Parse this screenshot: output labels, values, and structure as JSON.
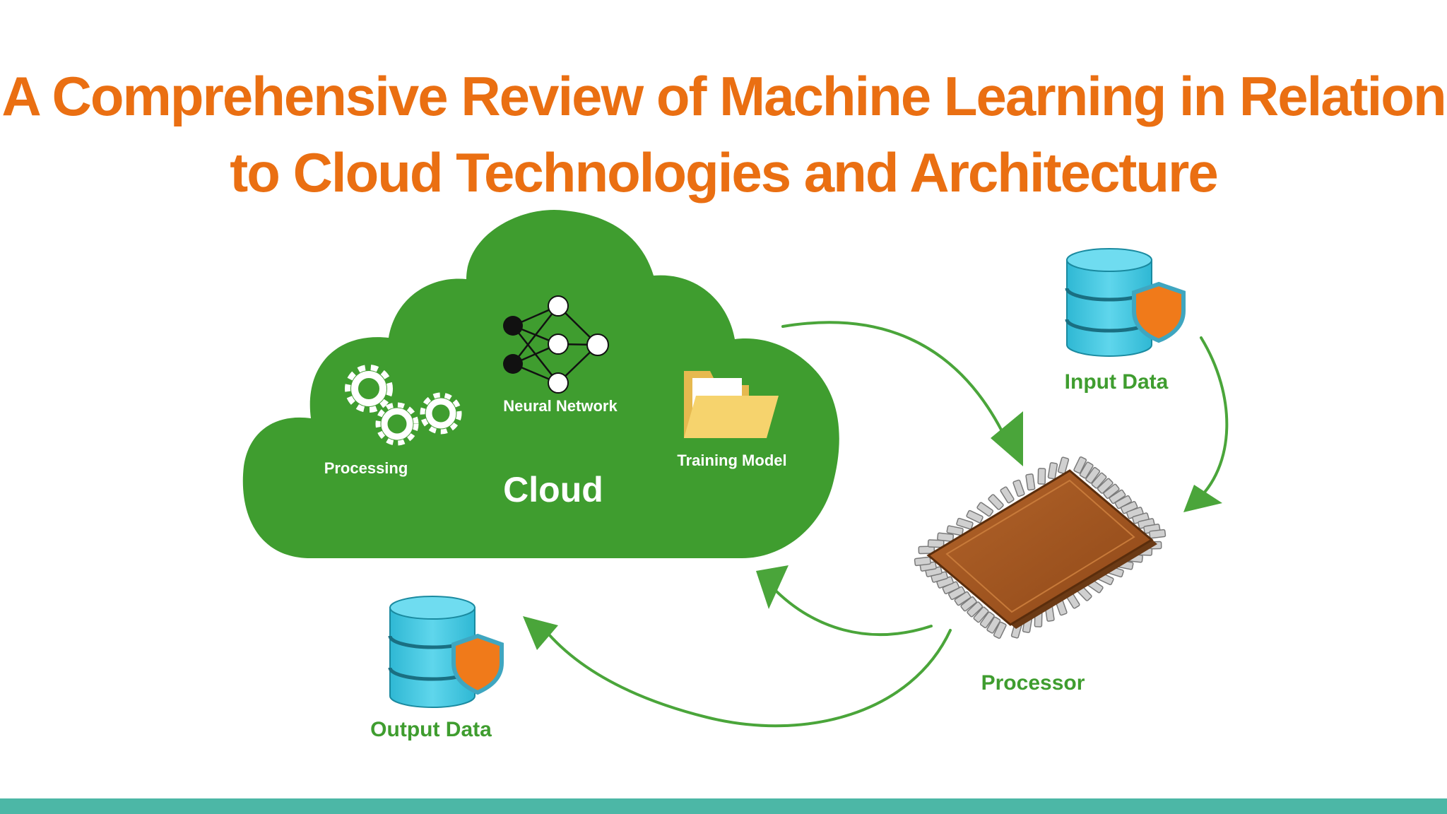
{
  "slide": {
    "title_line1": "A Comprehensive Review of Machine Learning in Relation",
    "title_line2": "to Cloud Technologies and Architecture"
  },
  "diagram": {
    "cloud_label": "Cloud",
    "processing_label": "Processing",
    "neural_network_label": "Neural Network",
    "training_model_label": "Training Model",
    "input_data_label": "Input Data",
    "output_data_label": "Output Data",
    "processor_label": "Processor"
  },
  "colors": {
    "title": "#ea6f12",
    "cloud": "#3f9d2f",
    "arrow": "#4aa53a",
    "database": "#3ec6e0",
    "shield": "#f07a1a",
    "chip": "#a0541f",
    "bottom_bar": "#4cb7a6"
  },
  "icons": [
    "gear-icon",
    "neural-network-icon",
    "folder-icon",
    "database-shield-icon",
    "processor-chip-icon",
    "arrow-icon"
  ]
}
